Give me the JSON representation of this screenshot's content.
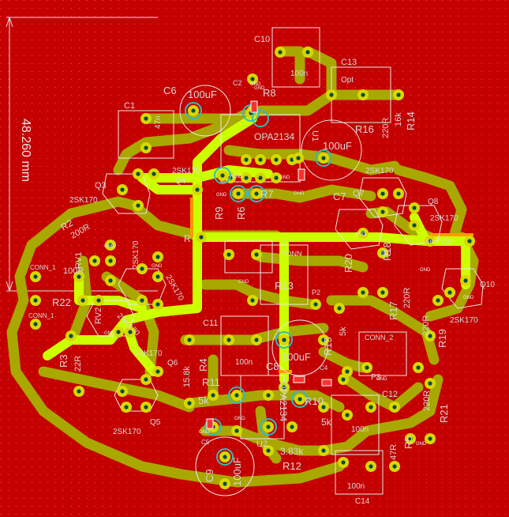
{
  "colors": {
    "board": "#c40000",
    "copper_trace": "#a8a800",
    "highlight": "#ccff00",
    "pad": "#d8d800",
    "hole": "#004b4b",
    "outline": "#e8e8e8",
    "label": "#d8d8d8",
    "ring": "#33bbbb"
  },
  "dimension": {
    "label": "48.260 mm"
  },
  "labels": {
    "c1": "C1",
    "c2": "C2",
    "c4": "C4",
    "c5": "C5",
    "c6": "C6",
    "c6_value": "100uF",
    "c7": "C7",
    "c7_value": "100uF",
    "c8": "C8",
    "c8_value": "100uF",
    "c9": "C9",
    "c9_value": "100uF",
    "c10": "C10",
    "c10_value": "100n",
    "c11": "C11",
    "c11_value": "100n",
    "c12": "C12",
    "c12_value": "100n",
    "c13": "C13",
    "c13_value": "Opt",
    "c14": "C14",
    "c14_value": "100n",
    "c1_value": "47n",
    "q3": "Q3",
    "q4": "Q4",
    "q4_type": "2SK170",
    "q5": "Q5",
    "q5_type": "2SK170",
    "q6": "Q6",
    "q6_type": "2SK170",
    "q7": "Q7",
    "q7_type": "2SK170",
    "q8": "Q8",
    "q8_type": "2SK170",
    "q9": "Q9",
    "q10": "Q10",
    "q10_type": "2SK170",
    "q3_type": "2SK170",
    "q1_type": "2SK170",
    "q2_type": "2SK170",
    "r2": "R2",
    "r2_value": "200R",
    "r3": "R3",
    "r3_value": "22R",
    "r4": "R4",
    "r4_value": "15.8k",
    "r5": "R5",
    "r5_value": "47R",
    "r6": "R6",
    "r7": "R7",
    "r8": "R8",
    "r9": "R9",
    "r10": "R10",
    "r10_value": "5k",
    "r11": "R11",
    "r11_value": "5k",
    "r12": "R12",
    "r12_value": "3.83k",
    "r13": "R13",
    "r14": "R14",
    "r14_value": "16k",
    "r15": "R15",
    "r15_value": "5k",
    "r16": "R16",
    "r16_value": "220R",
    "r17": "R17",
    "r17_value": "220R",
    "r18": "R18",
    "r19": "R19",
    "r19_value": "220R",
    "r20": "R20",
    "r21": "R21",
    "r21_value": "220R",
    "r22": "R22",
    "r22_value": "100R",
    "rv1": "RV1",
    "rv2": "RV2",
    "u1": "U1",
    "u1_part": "OPA2134",
    "u2": "U2",
    "u2_part": "OPA2134",
    "p2": "P2",
    "p3": "P3",
    "conn": "CONN",
    "conn2": "CONN_2",
    "conn1a": "CONN_1",
    "conn1b": "CONN_1",
    "gnd": "GND"
  }
}
